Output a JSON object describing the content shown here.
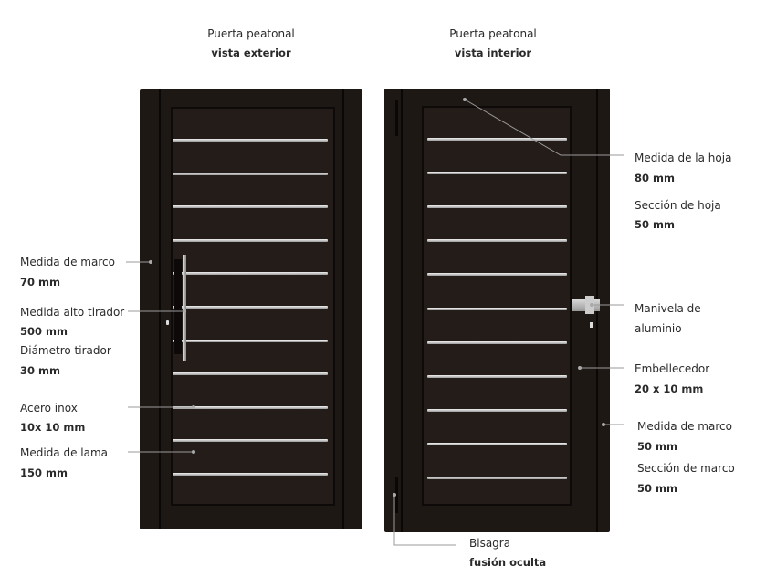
{
  "doors": [
    {
      "title": "Puerta peatonal",
      "subtitle": "vista exterior"
    },
    {
      "title": "Puerta peatonal",
      "subtitle": "vista interior"
    }
  ],
  "left_labels": [
    {
      "label": "Medida de marco",
      "value": "70 mm"
    },
    {
      "label": "Medida alto tirador",
      "value": "500 mm"
    },
    {
      "label": "Diámetro tirador",
      "value": "30 mm"
    },
    {
      "label": "Acero inox",
      "value": "10x 10 mm"
    },
    {
      "label": "Medida de lama",
      "value": "150 mm"
    }
  ],
  "right_labels": [
    {
      "label": "Medida de la hoja",
      "value": "80 mm"
    },
    {
      "label": "Sección de hoja",
      "value": "50 mm"
    },
    {
      "label": "Manivela de",
      "value": "aluminio"
    },
    {
      "label": "Embellecedor",
      "value": "20 x 10 mm"
    },
    {
      "label": "Medida de marco",
      "value": "50 mm"
    },
    {
      "label": "Sección de marco",
      "value": "50 mm"
    }
  ],
  "bottom_label": {
    "label": "Bisagra",
    "value": "fusión oculta"
  },
  "colors": {
    "door": "#231c19",
    "frame": "#1e1815",
    "leader": "#9a9a9a"
  }
}
